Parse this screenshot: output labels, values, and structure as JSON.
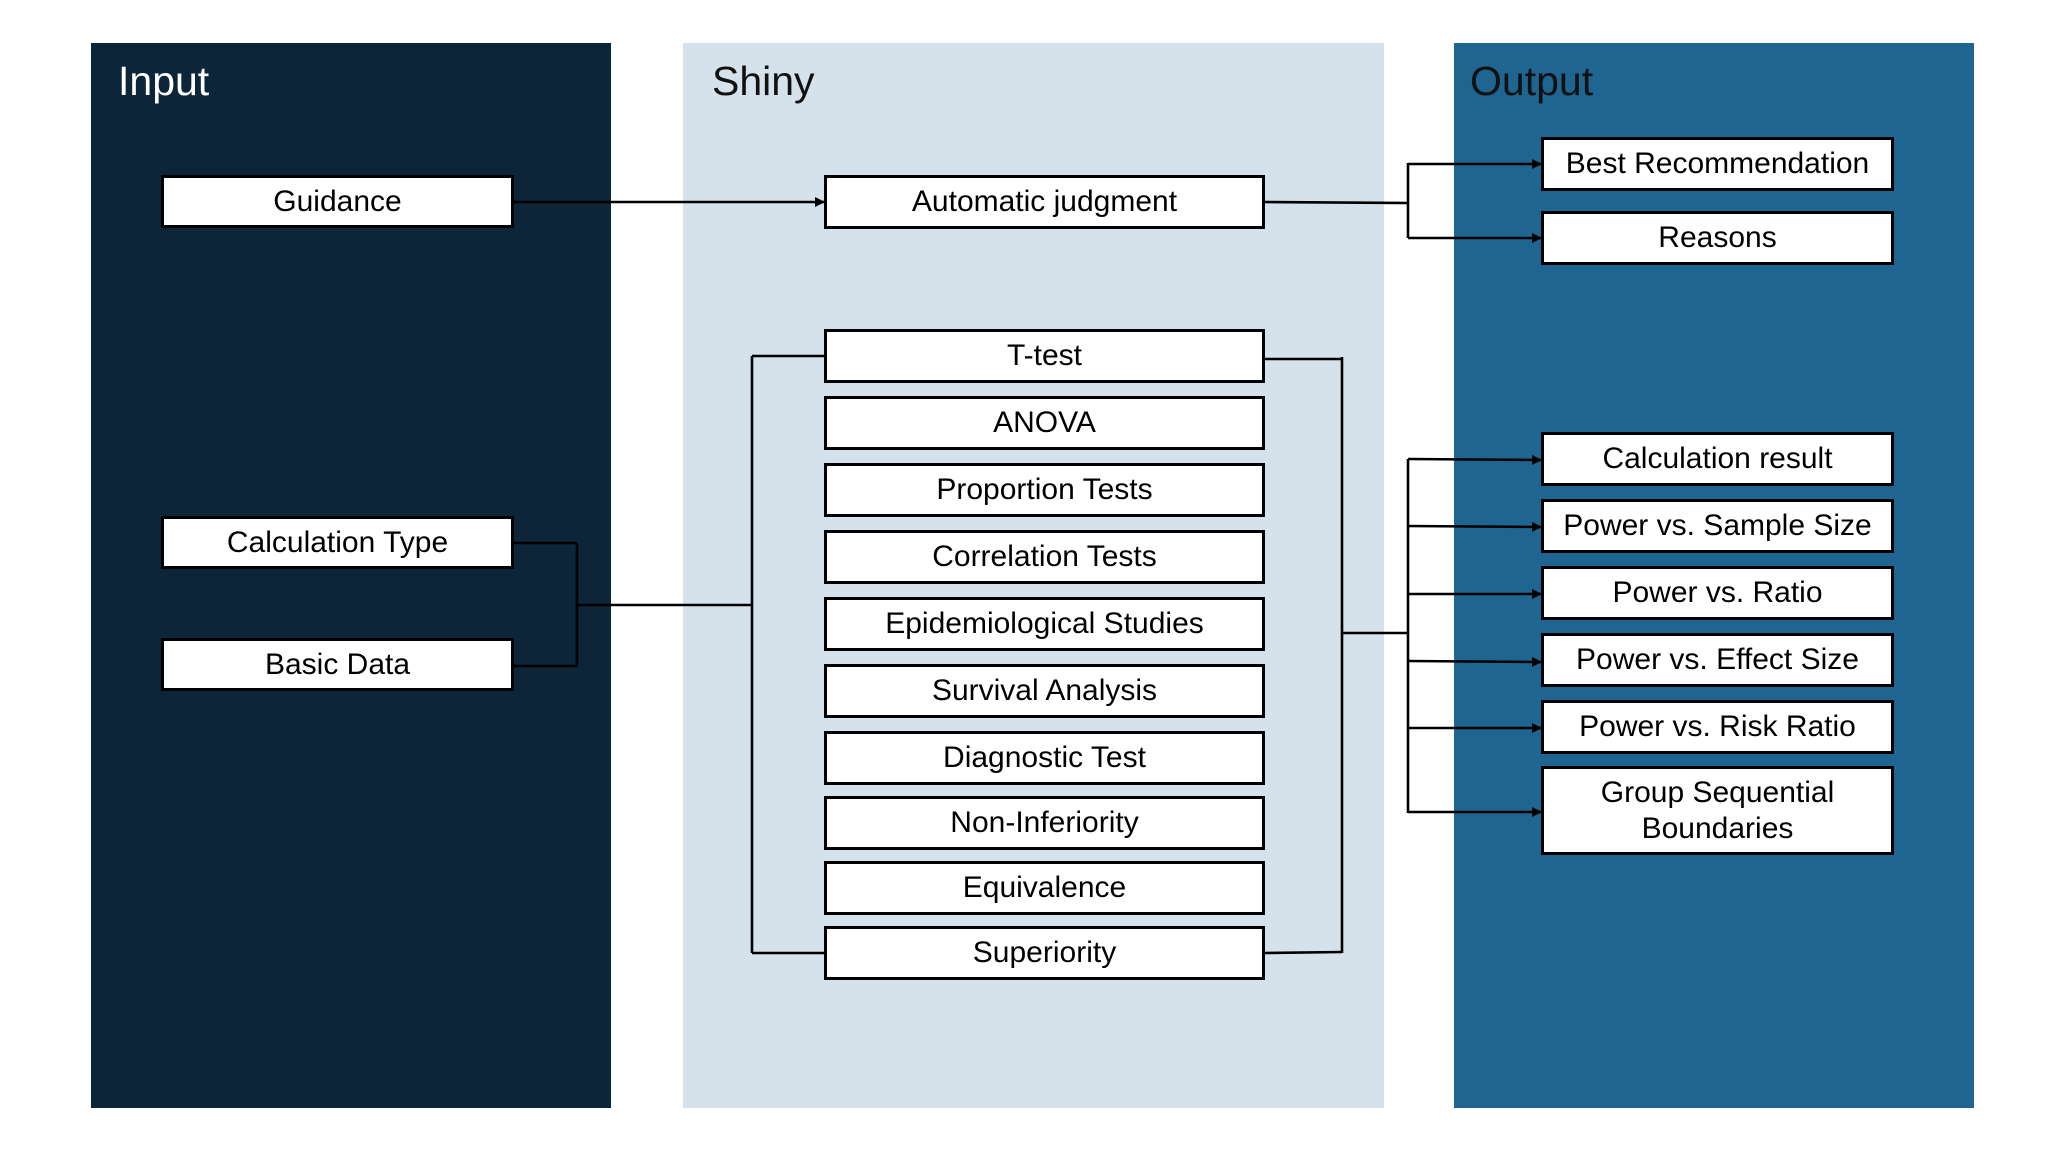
{
  "panels": {
    "input": {
      "title": "Input",
      "color": "#0d2538"
    },
    "shiny": {
      "title": "Shiny",
      "color": "#d5e1eb"
    },
    "output": {
      "title": "Output",
      "color": "#1f6592"
    }
  },
  "input_boxes": {
    "guidance": "Guidance",
    "calculation_type": "Calculation Type",
    "basic_data": "Basic Data"
  },
  "shiny_boxes": {
    "automatic_judgment": "Automatic judgment",
    "methods": [
      "T-test",
      "ANOVA",
      "Proportion Tests",
      "Correlation Tests",
      "Epidemiological Studies",
      "Survival Analysis",
      "Diagnostic Test",
      "Non-Inferiority",
      "Equivalence",
      "Superiority"
    ]
  },
  "output_boxes": {
    "best_recommendation": "Best Recommendation",
    "reasons": "Reasons",
    "calculation_result": "Calculation result",
    "power_vs_sample_size": "Power vs. Sample Size",
    "power_vs_ratio": "Power vs. Ratio",
    "power_vs_effect_size": "Power vs. Effect Size",
    "power_vs_risk_ratio": "Power vs. Risk Ratio",
    "group_sequential_boundaries": "Group Sequential Boundaries"
  }
}
